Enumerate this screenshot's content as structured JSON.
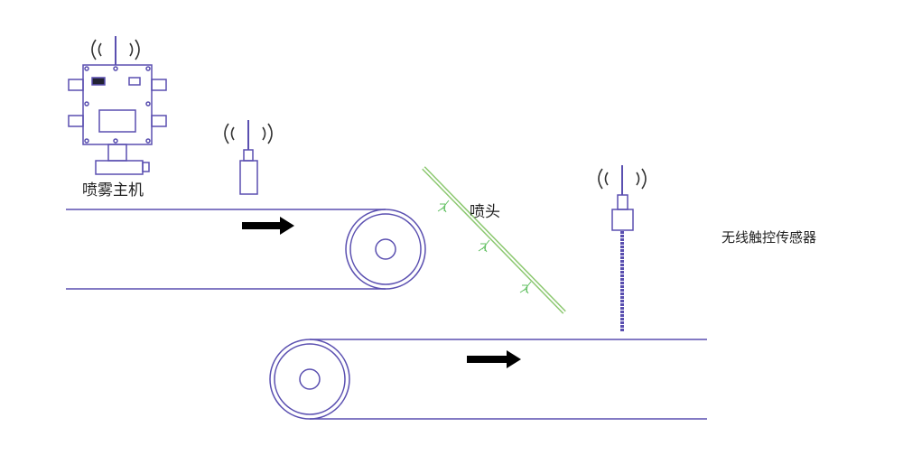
{
  "labels": {
    "host": "喷雾主机",
    "nozzle": "喷头",
    "sensor": "无线触控传感器"
  },
  "colors": {
    "belt": "#5a4fb0",
    "pipe": "#8cc870",
    "nozzle": "#5fbf5f",
    "arrow": "#000000",
    "signal": "#333333"
  }
}
